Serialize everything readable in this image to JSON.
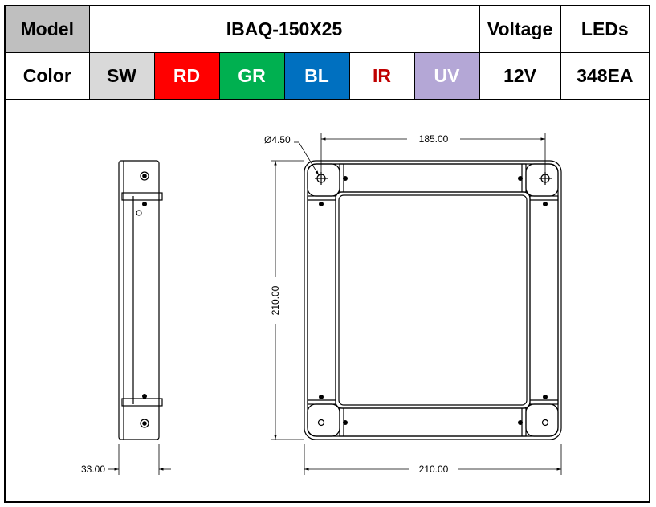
{
  "table": {
    "model_label": "Model",
    "model_value": "IBAQ-150X25",
    "voltage_label": "Voltage",
    "leds_label": "LEDs",
    "color_label": "Color",
    "colors": [
      {
        "label": "SW",
        "bg": "#d9d9d9",
        "fg": "#000000"
      },
      {
        "label": "RD",
        "bg": "#ff0000",
        "fg": "#ffffff"
      },
      {
        "label": "GR",
        "bg": "#00b050",
        "fg": "#ffffff"
      },
      {
        "label": "BL",
        "bg": "#0070c0",
        "fg": "#ffffff"
      },
      {
        "label": "IR",
        "bg": "#ffffff",
        "fg": "#c00000"
      },
      {
        "label": "UV",
        "bg": "#b4a7d6",
        "fg": "#ffffff"
      }
    ],
    "voltage_value": "12V",
    "leds_value": "348EA"
  },
  "dimensions": {
    "hole_diameter": "Ø4.50",
    "top_width": "185.00",
    "height": "210.00",
    "bottom_width": "210.00",
    "side_depth": "33.00"
  }
}
